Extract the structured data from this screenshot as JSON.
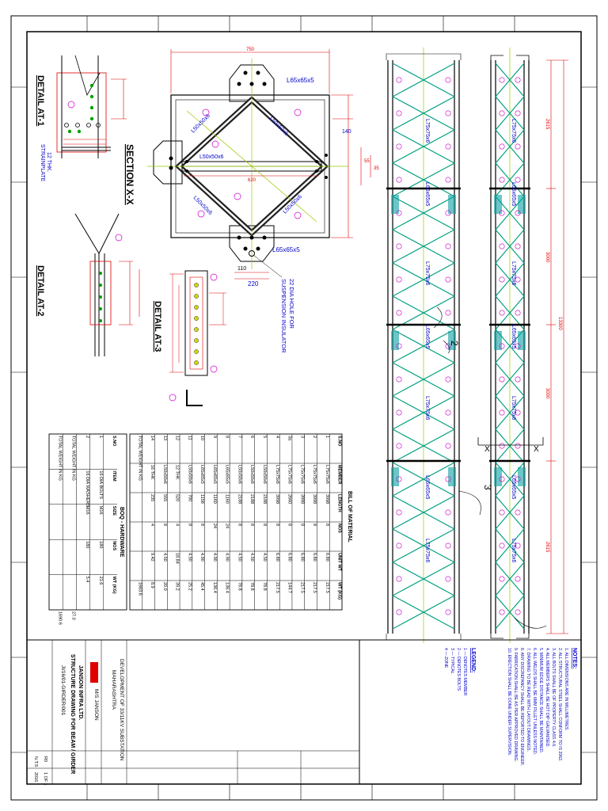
{
  "colors": {
    "frame": "#000000",
    "member": "#000000",
    "fill_dark": "#222222",
    "dim": "#e00000",
    "label": "#0000cc",
    "bubble": "#cc00cc",
    "axis": "#99cc00",
    "lace": "#00a080"
  },
  "details": {
    "at1": "DETAIL AT-1",
    "at1_note1": "12 THK.",
    "at1_note2": "STRAINPLATE",
    "at2": "DETAIL AT-2",
    "at3": "DETAIL AT-3",
    "section": "SECTION X-X",
    "hole_note1": "22 DIA HOLE FOR",
    "hole_note2": "SUSPENSION INSULATOR",
    "angle_top": "L65x65x5",
    "angle_bottom": "L65x65x5",
    "diag_label": "L50x50x6",
    "overall_w": "750",
    "dim_620": "620",
    "dim_110": "110",
    "dim_220": "220",
    "dim_140": "140",
    "dim_55": "55",
    "dim_35": "35"
  },
  "girder": {
    "chord_label": "L65x65x5",
    "lacing_label": "L75x75x6",
    "mark_2": "2",
    "mark_3": "3",
    "x_mark": "X",
    "len_total": "13300",
    "len_a": "2615",
    "len_b": "3000",
    "len_c": "3000",
    "len_d": "2615"
  },
  "bom": {
    "title": "BILL OF MATERIAL",
    "headers": [
      "S.NO",
      "MEMBER",
      "LENGTH",
      "NOS",
      "UNIT WT",
      "WT (KG)"
    ],
    "rows": [
      [
        "1",
        "L75x75x6",
        "3998",
        "8",
        "6.80",
        "217.5"
      ],
      [
        "2",
        "L75x75x6",
        "3998",
        "8",
        "6.80",
        "217.5"
      ],
      [
        "3",
        "L75x75x6",
        "3998",
        "8",
        "6.80",
        "217.5"
      ],
      [
        "3a",
        "L75x75x6",
        "2660",
        "8",
        "6.80",
        "144.7"
      ],
      [
        "4",
        "L75x75x6",
        "3998",
        "8",
        "6.80",
        "217.5"
      ],
      [
        "5",
        "L50x50x6",
        "2188",
        "8",
        "4.50",
        "78.8"
      ],
      [
        "6",
        "L50x50x6",
        "2188",
        "8",
        "4.50",
        "78.8"
      ],
      [
        "7",
        "L50x50x6",
        "2188",
        "8",
        "4.50",
        "78.8"
      ],
      [
        "8",
        "L65x65x5",
        "1160",
        "24",
        "4.90",
        "136.4"
      ],
      [
        "9",
        "L65x65x5",
        "1160",
        "24",
        "4.90",
        "136.4"
      ],
      [
        "10",
        "L65x65x5",
        "1158",
        "8",
        "4.90",
        "45.4"
      ],
      [
        "11",
        "L50x50x6",
        "700",
        "8",
        "4.50",
        "25.2"
      ],
      [
        "12",
        "12 THK",
        "520",
        "4",
        "18.84",
        "39.2"
      ],
      [
        "13",
        "L50x50x6",
        "555",
        "8",
        "4.50",
        "20.0"
      ],
      [
        "14",
        "16 THK",
        "235",
        "4",
        "9.42",
        "8.9"
      ]
    ],
    "total_label": "TOTAL WEIGHT IN KG",
    "total": "1663.6"
  },
  "hardware": {
    "title": "BOQ - HARDWARE",
    "headers": [
      "S.NO",
      "ITEM",
      "SIZE",
      "NOS",
      "WT (KG)"
    ],
    "rows": [
      [
        "1",
        "16 DIA BOLTS",
        "M16",
        "180",
        "21.6"
      ],
      [
        "2",
        "16 DIA WASHERS",
        "M16",
        "180",
        "5.4"
      ]
    ],
    "total_label": "TOTAL WEIGHT IN KG",
    "total": "27.0",
    "grand_label": "TOTAL WEIGHT IN KG",
    "grand_total": "1690.6"
  },
  "notes": {
    "title": "NOTES:",
    "lines": [
      "1. ALL DIMENSIONS ARE IN MILLIMETRES.",
      "2. ALL STRUCTURAL STEEL SHALL CONFORM TO IS 2062.",
      "3. ALL BOLTS SHALL BE OF PROPERTY CLASS 4.6.",
      "4. ALL MEMBERS SHALL BE HOT DIP GALVANISED.",
      "5. MINIMUM EDGE DISTANCE SHALL BE MAINTAINED.",
      "6. ALL WELDS SHALL BE 6MM FILLET UNLESS NOTED.",
      "7. DRAWING TO BE READ WITH LAYOUT DRAWINGS.",
      "8. ANY DISCREPANCY SHALL BE REPORTED TO ENGINEER.",
      "9. FABRICATION SHALL BE AS PER APPROVED DRAWING.",
      "10. ERECTION SHALL BE DONE UNDER SUPERVISION."
    ],
    "legend_title": "LEGEND:",
    "legend": [
      "1 — DENOTES MEMBER",
      "2 — DENOTES BOLTS",
      "3 — TYPICAL",
      "4 — ZONE"
    ]
  },
  "title_block": {
    "project": "DEVELOPMENT OF 33/11KV SUBSTATION",
    "client": "MAHARASHTRA",
    "consultant": "M/S JANSON",
    "contractor": "JANSON INFRA LTD.",
    "drawing_title": "STRUCTURE DRAWING FOR BEAM / GIRDER",
    "drawing_no": "JI/16/01-GIRDER/001",
    "scale": "N.T.S",
    "rev": "R0",
    "date": "2016",
    "sheet": "1 OF 1"
  }
}
